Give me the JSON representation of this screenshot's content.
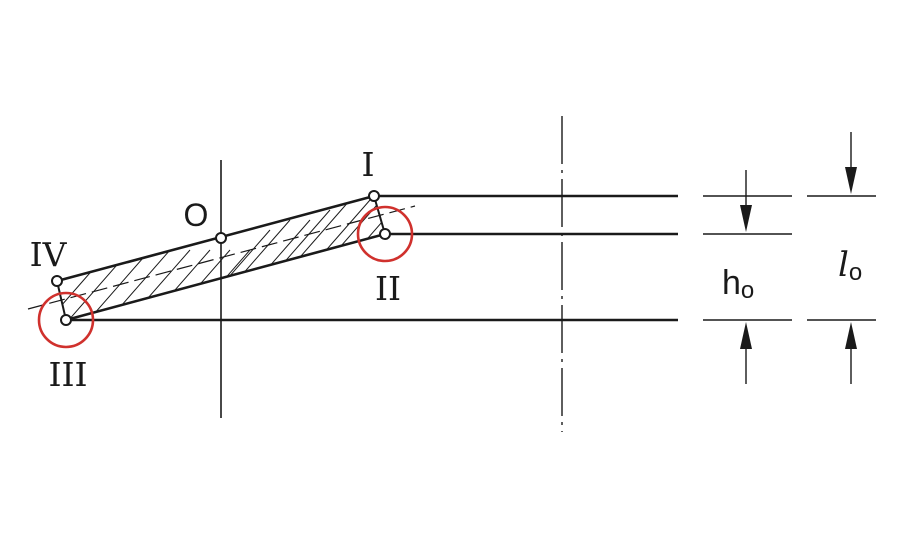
{
  "points": {
    "I": "I",
    "II": "II",
    "III": "III",
    "IV": "IV",
    "O": "O"
  },
  "dimensions": {
    "h_main": "h",
    "h_sub": "o",
    "l_main": "l",
    "l_sub": "o"
  },
  "colors": {
    "line": "#1a1a1a",
    "highlight_circle": "#d0312d",
    "background": "#ffffff"
  }
}
